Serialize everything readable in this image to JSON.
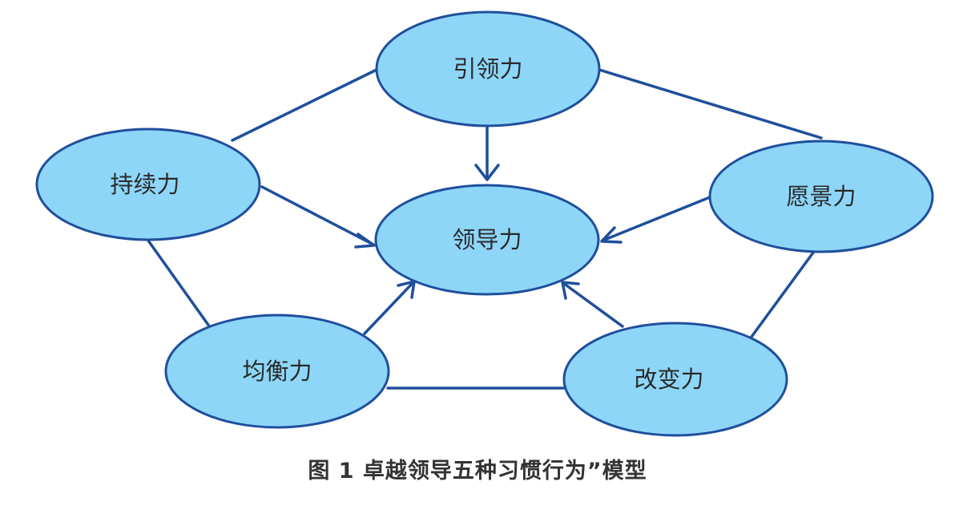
{
  "nodes": {
    "yinling": "引领力",
    "lingdao": "领导力",
    "chixu": "持续力",
    "yuanjing": "愿景力",
    "junheng": "均衡力",
    "gaibian": "改变力"
  },
  "caption": "图 1  卓越领导五种习惯行为”模型",
  "colors": {
    "node_fill": "#8ed6f8",
    "stroke": "#1f4f9c"
  }
}
